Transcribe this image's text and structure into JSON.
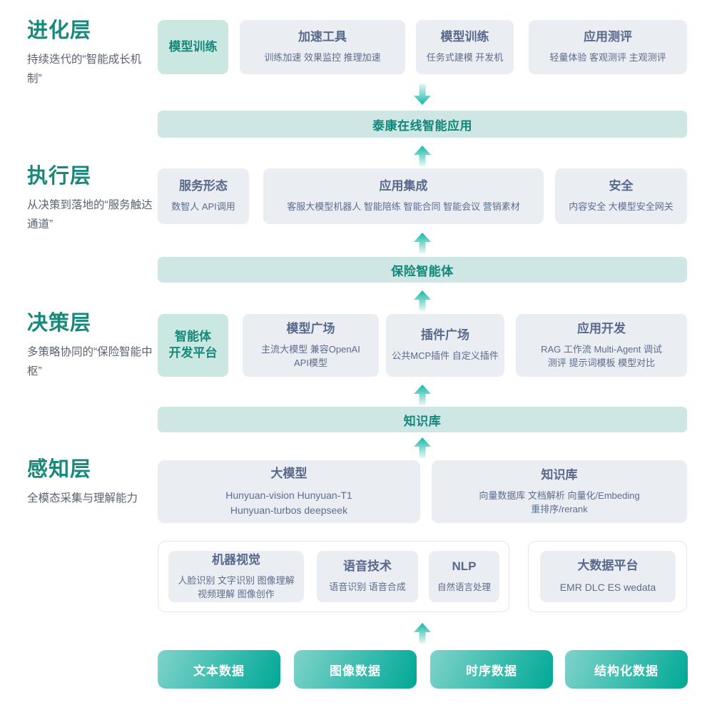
{
  "layers": [
    {
      "title": "进化层",
      "desc": "持续迭代的“智能成长机制”"
    },
    {
      "title": "执行层",
      "desc": "从决策到落地的“服务触达通道”"
    },
    {
      "title": "决策层",
      "desc": "多策略协同的“保险智能中枢”"
    },
    {
      "title": "感知层",
      "desc": "全模态采集与理解能力"
    }
  ],
  "evolution_row": [
    {
      "title": "模型训练",
      "sub": ""
    },
    {
      "title": "加速工具",
      "sub": "训练加速 效果监控 推理加速"
    },
    {
      "title": "模型训练",
      "sub": "任务式建模 开发机"
    },
    {
      "title": "应用测评",
      "sub": "轻量体验 客观测评 主观测评"
    }
  ],
  "bar_application": "泰康在线智能应用",
  "execution_row": [
    {
      "title": "服务形态",
      "sub": "数智人 API调用"
    },
    {
      "title": "应用集成",
      "sub": "客服大模型机器人 智能陪练 智能合同 智能会议 营销素材"
    },
    {
      "title": "安全",
      "sub": "内容安全 大模型安全网关"
    }
  ],
  "bar_agent": "保险智能体",
  "decision_row": [
    {
      "title": "智能体\n开发平台",
      "sub": ""
    },
    {
      "title": "模型广场",
      "sub": "主流大模型  兼容OpenAI\nAPI模型"
    },
    {
      "title": "插件广场",
      "sub": "公共MCP插件 自定义插件"
    },
    {
      "title": "应用开发",
      "sub": "RAG 工作流 Multi-Agent 调试\n测评 提示词模板 模型对比"
    }
  ],
  "bar_knowledge": "知识库",
  "perception_row": [
    {
      "title": "大模型",
      "sub": "Hunyuan-vision Hunyuan-T1\nHunyuan-turbos deepseek"
    },
    {
      "title": "知识库",
      "sub": "向量数据库 文档解析 向量化/Embeding\n重排序/rerank"
    }
  ],
  "perception_group_left": [
    {
      "title": "机器视觉",
      "sub": "人脸识别 文字识别 图像理解\n视频理解 图像创作"
    },
    {
      "title": "语音技术",
      "sub": "语音识别 语音合成"
    },
    {
      "title": "NLP",
      "sub": "自然语言处理"
    }
  ],
  "perception_group_right": [
    {
      "title": "大数据平台",
      "sub": "EMR DLC ES wedata"
    }
  ],
  "data_pills": [
    "文本数据",
    "图像数据",
    "时序数据",
    "结构化数据"
  ],
  "arrows": [
    {
      "name": "arrow-down-evolution",
      "dir": "down"
    },
    {
      "name": "arrow-up-execution",
      "dir": "up"
    },
    {
      "name": "arrow-up-agent",
      "dir": "up"
    },
    {
      "name": "arrow-up-decision",
      "dir": "up"
    },
    {
      "name": "arrow-up-knowledge",
      "dir": "up"
    },
    {
      "name": "arrow-up-perception",
      "dir": "up"
    },
    {
      "name": "arrow-up-data",
      "dir": "up"
    }
  ],
  "colors": {
    "accent_teal": "#17897b",
    "bar_fill": "#cfe7e4",
    "card_fill": "#eaeef3",
    "card_title": "#59698c",
    "pill_gradient_start": "#7fd3cb",
    "pill_gradient_end": "#00a896"
  }
}
